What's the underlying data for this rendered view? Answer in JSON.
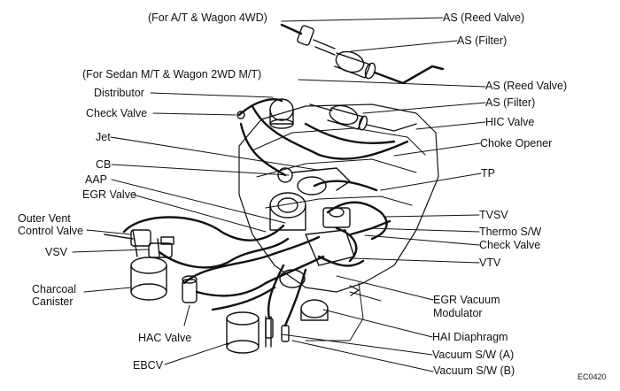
{
  "colors": {
    "ink": "#111111",
    "background": "#ffffff"
  },
  "labels": {
    "note_at_wagon": "(For A/T & Wagon 4WD)",
    "note_sedan_mt": "(For Sedan M/T & Wagon 2WD M/T)",
    "as_reed_valve_1": "AS (Reed Valve)",
    "as_filter_1": "AS (Filter)",
    "as_reed_valve_2": "AS (Reed Valve)",
    "as_filter_2": "AS (Filter)",
    "hic_valve": "HIC Valve",
    "choke_opener": "Choke Opener",
    "tp": "TP",
    "tvsv": "TVSV",
    "thermo_sw": "Thermo S/W",
    "check_valve_right": "Check Valve",
    "vtv": "VTV",
    "egr_vacuum_modulator_1": "EGR Vacuum",
    "egr_vacuum_modulator_2": "Modulator",
    "hai_diaphragm": "HAI Diaphragm",
    "vacuum_sw_a": "Vacuum S/W (A)",
    "vacuum_sw_b": "Vacuum S/W (B)",
    "distributor": "Distributor",
    "check_valve_left": "Check Valve",
    "jet": "Jet",
    "cb": "CB",
    "aap": "AAP",
    "egr_valve": "EGR Valve",
    "outer_vent_1": "Outer Vent",
    "outer_vent_2": "Control Valve",
    "vsv": "VSV",
    "charcoal_1": "Charcoal",
    "charcoal_2": "Canister",
    "hac_valve": "HAC Valve",
    "ebcv": "EBCV",
    "figure_code": "EC0420"
  }
}
